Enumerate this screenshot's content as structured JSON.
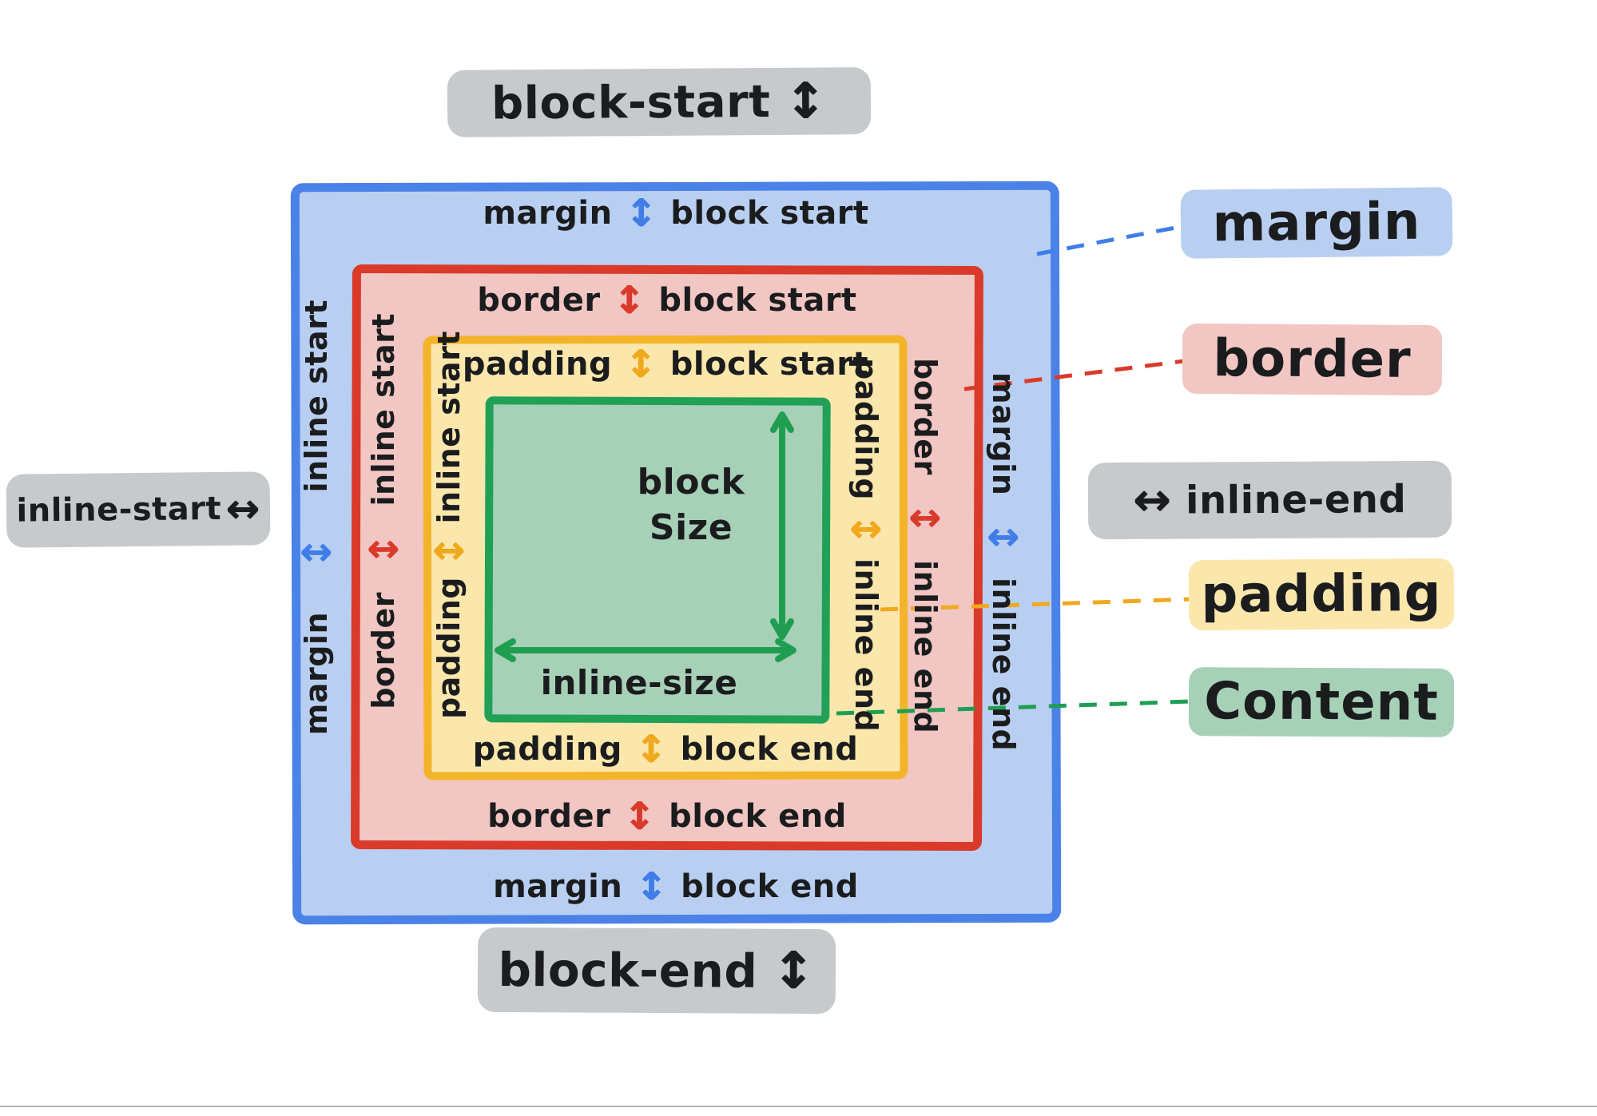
{
  "axis": {
    "block_start": "block-start",
    "block_end": "block-end",
    "inline_start": "inline-start",
    "inline_end": "inline-end"
  },
  "icons": {
    "vertical_arrow": "↕",
    "horizontal_arrow": "↔"
  },
  "edges": {
    "top": [
      {
        "layer": "margin",
        "side": "block start"
      },
      {
        "layer": "border",
        "side": "block start"
      },
      {
        "layer": "padding",
        "side": "block start"
      }
    ],
    "bottom": [
      {
        "layer": "padding",
        "side": "block end"
      },
      {
        "layer": "border",
        "side": "block end"
      },
      {
        "layer": "margin",
        "side": "block end"
      }
    ],
    "left": [
      {
        "layer": "margin",
        "side": "inline start"
      },
      {
        "layer": "border",
        "side": "inline start"
      },
      {
        "layer": "padding",
        "side": "inline start"
      }
    ],
    "right": [
      {
        "layer": "padding",
        "side": "inline end"
      },
      {
        "layer": "border",
        "side": "inline end"
      },
      {
        "layer": "margin",
        "side": "inline end"
      }
    ]
  },
  "content": {
    "block_size_line1": "block",
    "block_size_line2": "Size",
    "inline_size": "inline-size"
  },
  "legend": {
    "margin": "margin",
    "border": "border",
    "padding": "padding",
    "content": "Content"
  },
  "colors": {
    "margin_fill": "#b9cff2",
    "margin_stroke": "#4b82e8",
    "border_fill": "#f2c6c2",
    "border_stroke": "#da3a2a",
    "padding_fill": "#fbe7ab",
    "padding_stroke": "#f3b42a",
    "content_fill": "#a7d1b7",
    "content_stroke": "#21a057",
    "label_pill": "#c7cacd",
    "ink": "#1b1c1e"
  }
}
